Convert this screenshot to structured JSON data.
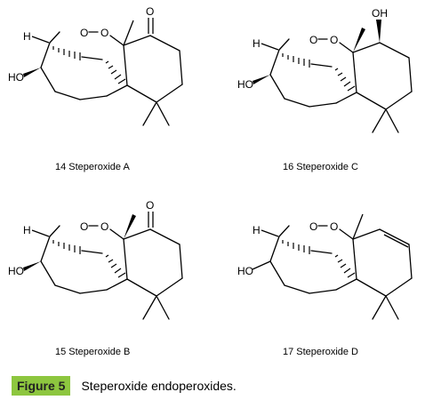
{
  "compounds": [
    {
      "caption": "14 Steperoxide A",
      "labels": {
        "ketone_or_oh": "O",
        "o1": "O",
        "o2": "O",
        "h": "H",
        "ho": "HO"
      }
    },
    {
      "caption": "16 Steperoxide C",
      "labels": {
        "ketone_or_oh": "OH",
        "o1": "O",
        "o2": "O",
        "h": "H",
        "ho": "HO"
      }
    },
    {
      "caption": "15 Steperoxide B",
      "labels": {
        "ketone_or_oh": "O",
        "o1": "O",
        "o2": "O",
        "h": "H",
        "ho": "HO"
      }
    },
    {
      "caption": "17 Steperoxide D",
      "labels": {
        "o1": "O",
        "o2": "O",
        "h": "H",
        "ho": "HO"
      }
    }
  ],
  "figure_label": "Figure 5",
  "figure_caption": "Steperoxide endoperoxides.",
  "colors": {
    "badge": "#8dc63f",
    "bonds": "#000000"
  }
}
